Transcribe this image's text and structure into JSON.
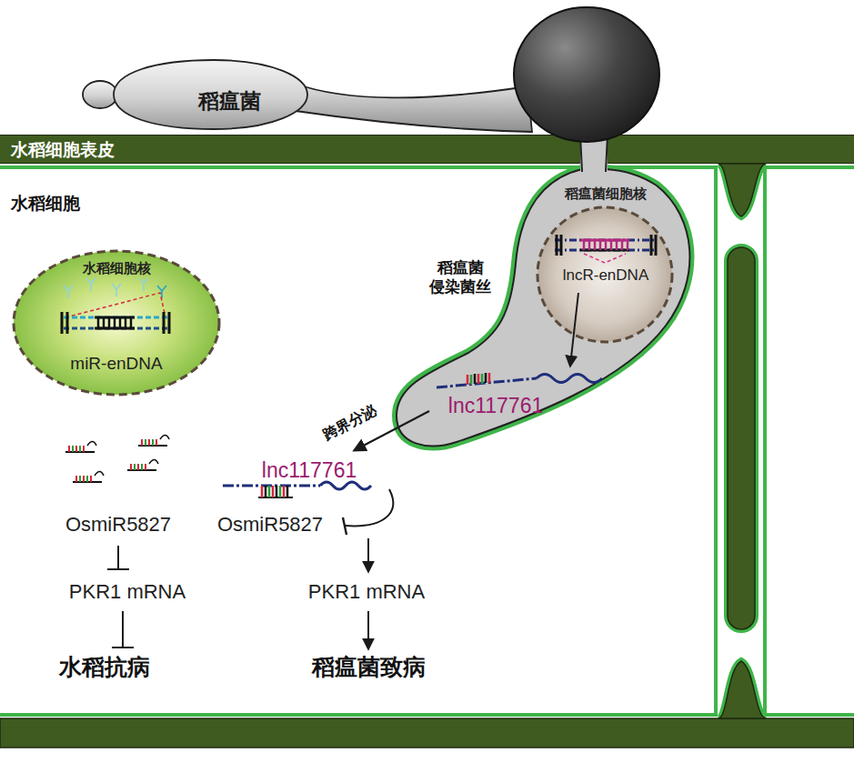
{
  "diagram": {
    "nodes": [
      {
        "text": [
          "稻瘟菌"
        ]
      },
      {
        "text": [
          "水稻细胞表皮"
        ]
      },
      {
        "text": [
          "水稻细胞"
        ]
      },
      {
        "text": [
          "水稻细胞核",
          "miR-enDNA"
        ],
        "in": 2
      },
      {
        "text": [
          "稻瘟菌 侵染菌丝",
          "lnc117761"
        ],
        "in": 2
      },
      {
        "text": [
          "稻瘟菌细胞核",
          "lncR-enDNA"
        ],
        "in": 4
      }
    ],
    "labels": [
      "跨界分泌",
      "lnc117761",
      "OsmiR5827",
      "OsmiR5827",
      "PKR1 mRNA",
      "PKR1 mRNA",
      "水稻抗病",
      "稻瘟菌致病"
    ]
  }
}
